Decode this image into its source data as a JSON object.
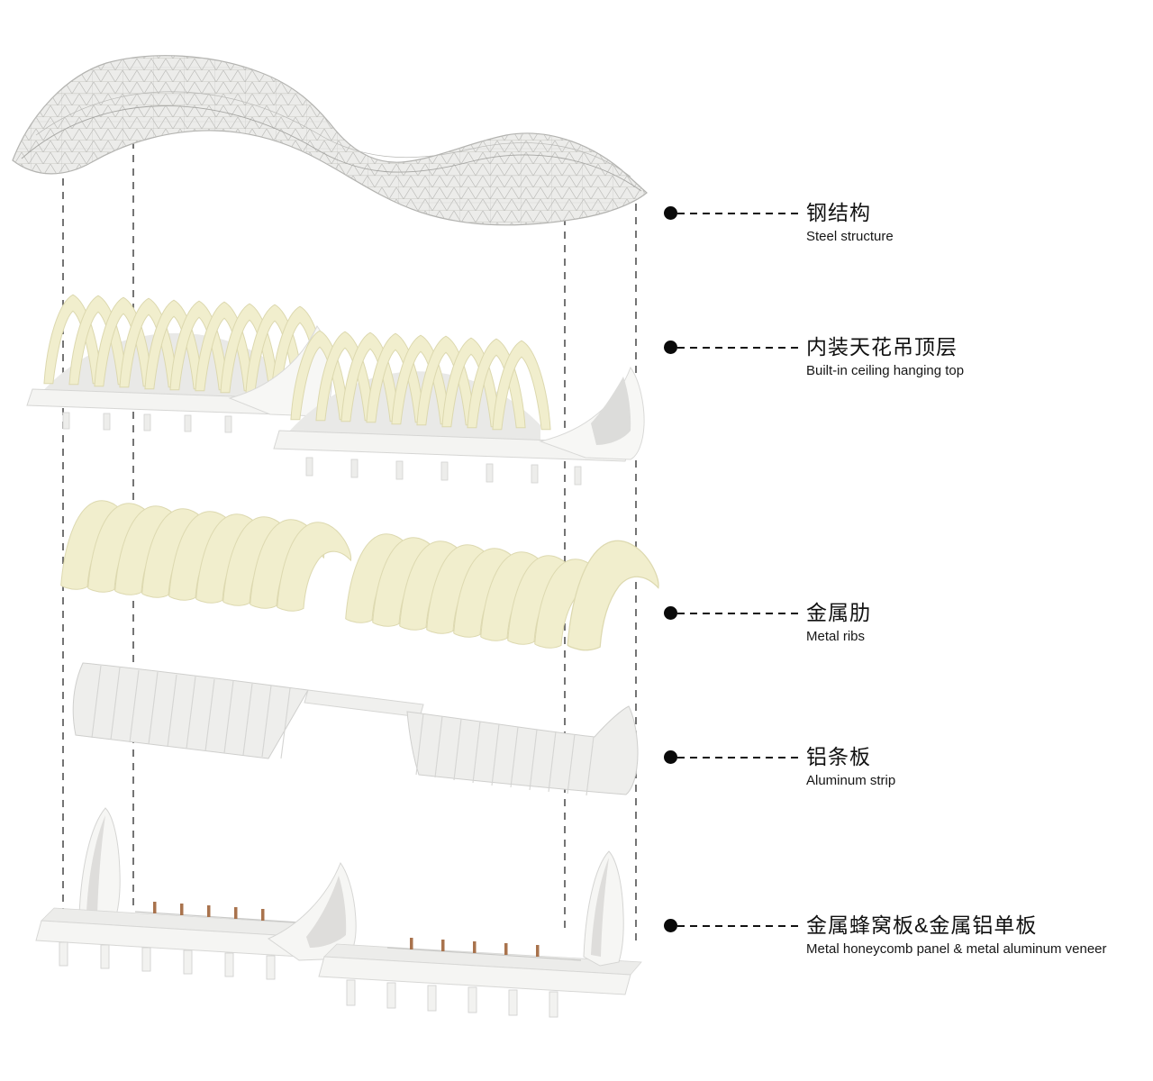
{
  "figure": {
    "type": "exploded-axonometric-architecture-diagram",
    "description": "Roof construction system exploded into five stacked layers with bilingual callout labels"
  },
  "layers": [
    {
      "id": "steel-structure",
      "zh": "钢结构",
      "en": "Steel structure"
    },
    {
      "id": "ceiling-hanging-top",
      "zh": "内装天花吊顶层",
      "en": "Built-in ceiling hanging top"
    },
    {
      "id": "metal-ribs",
      "zh": "金属肋",
      "en": "Metal ribs"
    },
    {
      "id": "aluminum-strip",
      "zh": "铝条板",
      "en": "Aluminum strip"
    },
    {
      "id": "honeycomb-panel",
      "zh": "金属蜂窝板&金属铝单板",
      "en": "Metal honeycomb panel & metal aluminum veneer"
    }
  ],
  "colors": {
    "background": "#ffffff",
    "label_text": "#111111",
    "leader_line": "#111111",
    "rib_cream": "#f1eecd",
    "rib_edge": "#dcd8ae",
    "panel_white": "#f5f5f3",
    "panel_edge": "#d6d6d4",
    "structure_gray": "#b3b3b0",
    "copper_post": "#a9734d"
  }
}
